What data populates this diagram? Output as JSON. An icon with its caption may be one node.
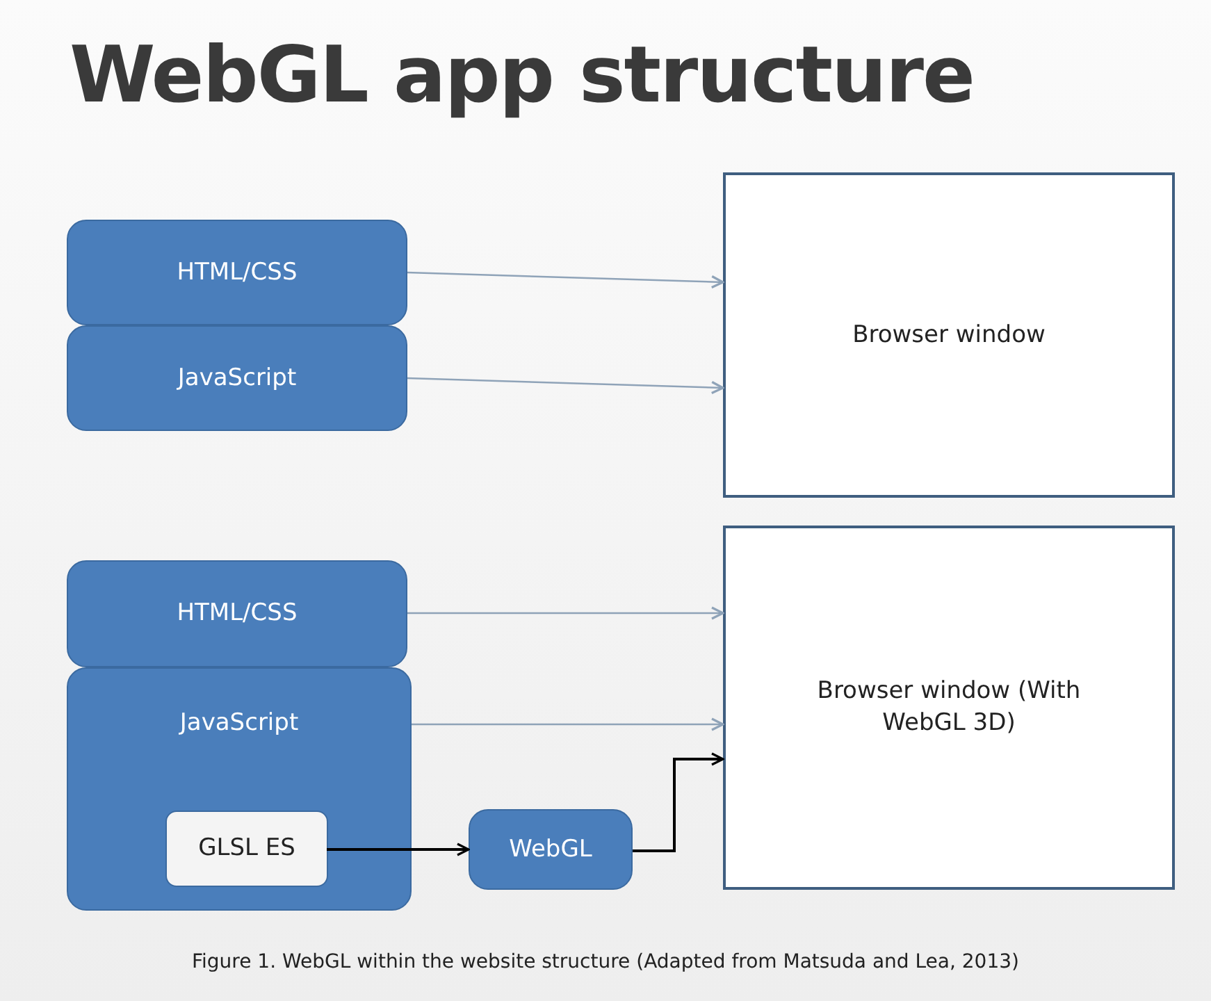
{
  "diagram": {
    "title": "WebGL app structure",
    "caption": "Figure 1. WebGL within the website structure (Adapted from Matsuda and Lea, 2013)",
    "nodes": [
      {
        "text": [
          "HTML/CSS"
        ]
      },
      {
        "text": [
          "JavaScript"
        ]
      },
      {
        "text": [
          "Browser window"
        ]
      },
      {
        "text": [
          "HTML/CSS"
        ]
      },
      {
        "text": [
          "JavaScript"
        ]
      },
      {
        "text": [
          "GLSL ES"
        ],
        "in": 4
      },
      {
        "text": [
          "WebGL"
        ]
      },
      {
        "text": [
          "Browser window (With WebGL 3D)"
        ]
      }
    ],
    "edges": [
      {
        "from": 0,
        "to": 2,
        "arrow": "to"
      },
      {
        "from": 1,
        "to": 2,
        "arrow": "to"
      },
      {
        "from": 3,
        "to": 7,
        "arrow": "to"
      },
      {
        "from": 4,
        "to": 7,
        "arrow": "to"
      },
      {
        "from": 5,
        "to": 6,
        "arrow": "to",
        "color": "#000000"
      },
      {
        "from": 6,
        "to": 7,
        "arrow": "to",
        "color": "#000000"
      }
    ]
  }
}
